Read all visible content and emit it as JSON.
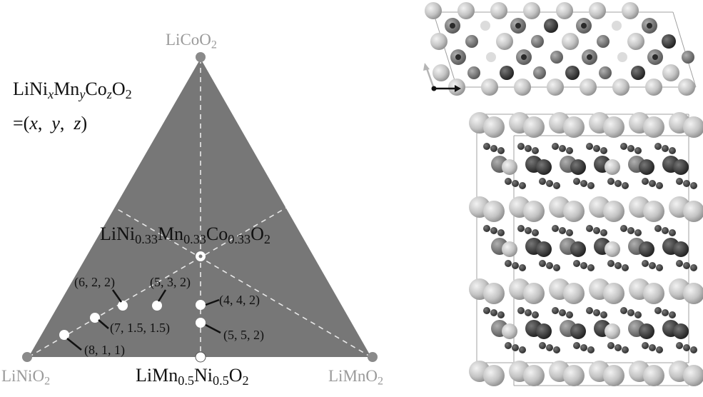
{
  "diagram": {
    "vertices": {
      "top": "LiCoO",
      "left": "LiNiO",
      "right": "LiMnO",
      "o_sub": "2"
    },
    "general_formula": {
      "li": "LiNi",
      "x": "x",
      "mn": "Mn",
      "y": "y",
      "co": "Co",
      "z": "z",
      "o": "O",
      "o_sub": "2",
      "tuple": [
        "=(",
        "x",
        ",  ",
        "y",
        ",  ",
        "z",
        ")"
      ]
    },
    "center_composition": {
      "parts": [
        "LiNi",
        "0.33",
        "Mn",
        "0.33",
        "Co",
        "0.33",
        "O",
        "2"
      ]
    },
    "bottom_midpoint": {
      "parts": [
        "LiMn",
        "0.5",
        "Ni",
        "0.5",
        "O",
        "2"
      ]
    },
    "composition_points": [
      {
        "label": "(6, 2, 2)"
      },
      {
        "label": "(5, 3, 2)"
      },
      {
        "label": "(4, 4, 2)"
      },
      {
        "label": "(7, 1.5, 1.5)"
      },
      {
        "label": "(5, 5, 2)"
      },
      {
        "label": "(8, 1, 1)"
      }
    ]
  },
  "colors": {
    "triangle_fill": "#777777",
    "vertex_dot": "#8a8a8a",
    "guide_line": "#e8e8e8",
    "point_fill": "#ffffff",
    "atom_large": "#c8c8c8",
    "atom_dark": "#333333",
    "atom_mid": "#7a7a7a",
    "cell_edge": "#9a9a9a"
  },
  "icons": [
    "axis-arrows-icon"
  ]
}
